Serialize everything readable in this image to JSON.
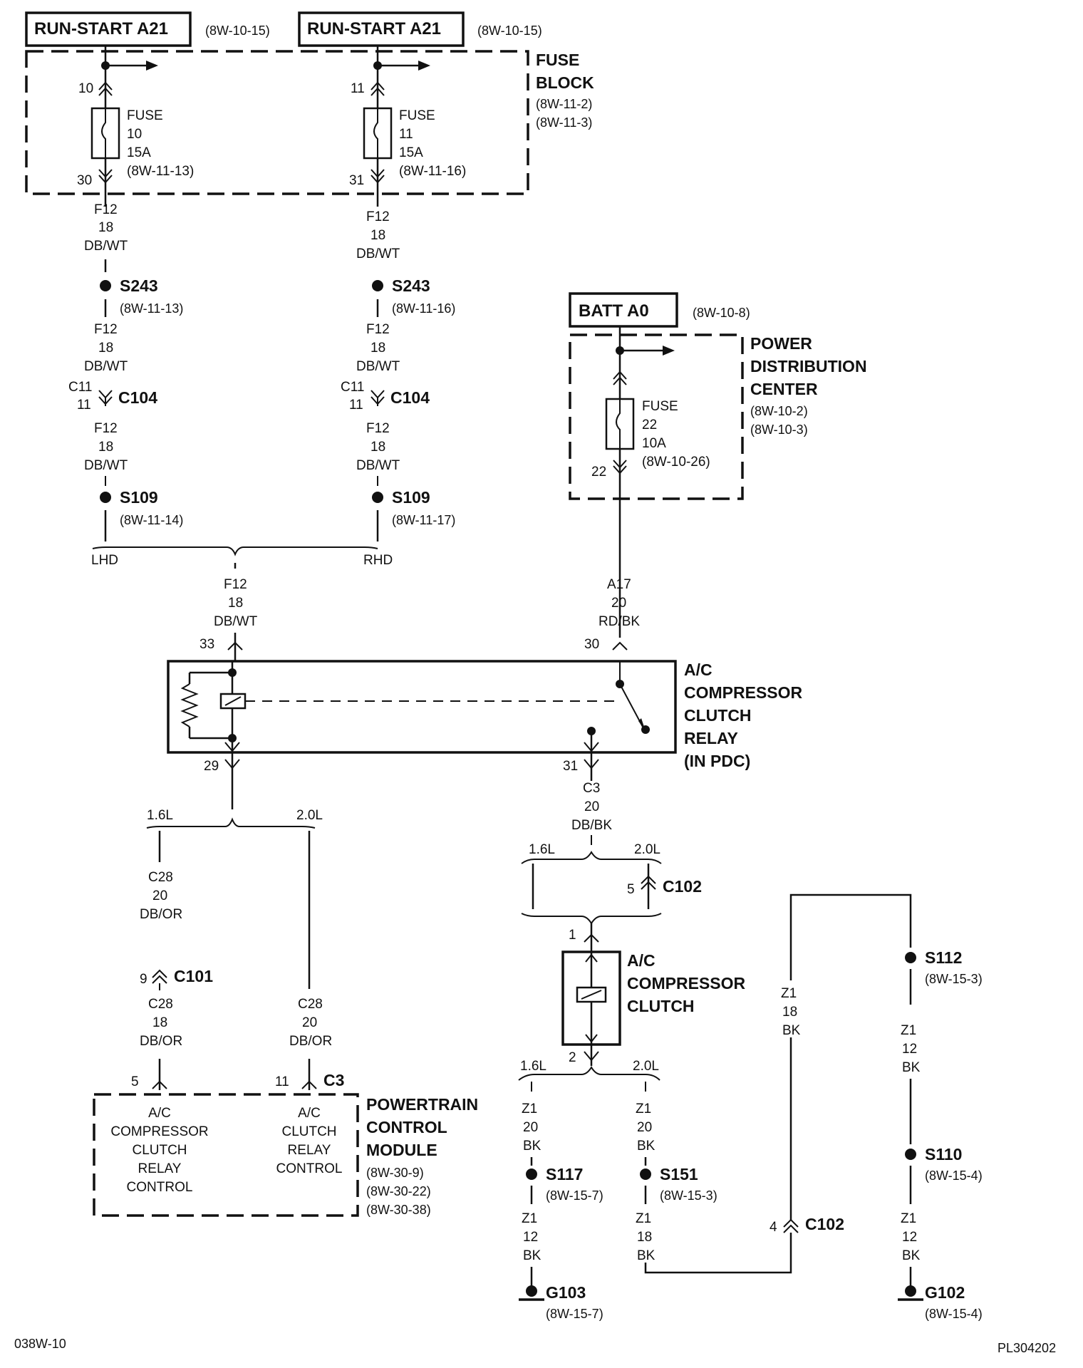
{
  "headers": {
    "run_start_left": {
      "label": "RUN-START A21",
      "ref": "(8W-10-15)"
    },
    "run_start_right": {
      "label": "RUN-START A21",
      "ref": "(8W-10-15)"
    },
    "batt": {
      "label": "BATT A0",
      "ref": "(8W-10-8)"
    }
  },
  "fuse_block": {
    "title1": "FUSE",
    "title2": "BLOCK",
    "ref1": "(8W-11-2)",
    "ref2": "(8W-11-3)"
  },
  "pdc": {
    "title1": "POWER",
    "title2": "DISTRIBUTION",
    "title3": "CENTER",
    "ref1": "(8W-10-2)",
    "ref2": "(8W-10-3)"
  },
  "fuses": {
    "f10": {
      "pin_in": "10",
      "pin_out": "30",
      "l1": "FUSE",
      "l2": "10",
      "l3": "15A",
      "l4": "(8W-11-13)"
    },
    "f11": {
      "pin_in": "11",
      "pin_out": "31",
      "l1": "FUSE",
      "l2": "11",
      "l3": "15A",
      "l4": "(8W-11-16)"
    },
    "f22": {
      "pin_out": "22",
      "l1": "FUSE",
      "l2": "22",
      "l3": "10A",
      "l4": "(8W-10-26)"
    }
  },
  "left_chain": {
    "w1": [
      "F12",
      "18",
      "DB/WT"
    ],
    "splice1": {
      "name": "S243",
      "ref": "(8W-11-13)"
    },
    "w2": [
      "F12",
      "18",
      "DB/WT"
    ],
    "conn": {
      "name": "C104",
      "pin_a": "C11",
      "pin_b": "11"
    },
    "w3": [
      "F12",
      "18",
      "DB/WT"
    ],
    "splice2": {
      "name": "S109",
      "ref": "(8W-11-14)"
    }
  },
  "right_chain": {
    "w1": [
      "F12",
      "18",
      "DB/WT"
    ],
    "splice1": {
      "name": "S243",
      "ref": "(8W-11-16)"
    },
    "w2": [
      "F12",
      "18",
      "DB/WT"
    ],
    "conn": {
      "name": "C104",
      "pin_a": "C11",
      "pin_b": "11"
    },
    "w3": [
      "F12",
      "18",
      "DB/WT"
    ],
    "splice2": {
      "name": "S109",
      "ref": "(8W-11-17)"
    }
  },
  "options": {
    "lhd": "LHD",
    "rhd": "RHD",
    "l16": "1.6L",
    "l20": "2.0L"
  },
  "relay_in_wire": [
    "F12",
    "18",
    "DB/WT"
  ],
  "batt_wire": [
    "A17",
    "20",
    "RD/BK"
  ],
  "relay": {
    "pin33": "33",
    "pin30": "30",
    "pin29": "29",
    "pin31": "31",
    "t1": "A/C",
    "t2": "COMPRESSOR",
    "t3": "CLUTCH",
    "t4": "RELAY",
    "t5": "(IN PDC)"
  },
  "c28_a": [
    "C28",
    "20",
    "DB/OR"
  ],
  "c101": {
    "pin": "9",
    "name": "C101"
  },
  "c28_b": [
    "C28",
    "18",
    "DB/OR"
  ],
  "c28_c": [
    "C28",
    "20",
    "DB/OR"
  ],
  "pcm": {
    "pin5": "5",
    "pin11": "11",
    "conn": "C3",
    "left": [
      "A/C",
      "COMPRESSOR",
      "CLUTCH",
      "RELAY",
      "CONTROL"
    ],
    "right": [
      "A/C",
      "CLUTCH",
      "RELAY",
      "CONTROL"
    ],
    "title1": "POWERTRAIN",
    "title2": "CONTROL",
    "title3": "MODULE",
    "ref1": "(8W-30-9)",
    "ref2": "(8W-30-22)",
    "ref3": "(8W-30-38)"
  },
  "c3_wire": [
    "C3",
    "20",
    "DB/BK"
  ],
  "c102_top": {
    "pin": "5",
    "name": "C102"
  },
  "clutch": {
    "pin1": "1",
    "pin2": "2",
    "t1": "A/C",
    "t2": "COMPRESSOR",
    "t3": "CLUTCH"
  },
  "z_a": [
    "Z1",
    "20",
    "BK"
  ],
  "z_b": [
    "Z1",
    "20",
    "BK"
  ],
  "s117": {
    "name": "S117",
    "ref": "(8W-15-7)"
  },
  "s151": {
    "name": "S151",
    "ref": "(8W-15-3)"
  },
  "z_c": [
    "Z1",
    "12",
    "BK"
  ],
  "z_d": [
    "Z1",
    "18",
    "BK"
  ],
  "g103": {
    "name": "G103",
    "ref": "(8W-15-7)"
  },
  "c102_bot": {
    "pin": "4",
    "name": "C102"
  },
  "z_e": [
    "Z1",
    "18",
    "BK"
  ],
  "s112": {
    "name": "S112",
    "ref": "(8W-15-3)"
  },
  "z_f": [
    "Z1",
    "12",
    "BK"
  ],
  "s110": {
    "name": "S110",
    "ref": "(8W-15-4)"
  },
  "z_g": [
    "Z1",
    "12",
    "BK"
  ],
  "g102": {
    "name": "G102",
    "ref": "(8W-15-4)"
  },
  "footer": {
    "left": "038W-10",
    "right": "PL304202"
  }
}
